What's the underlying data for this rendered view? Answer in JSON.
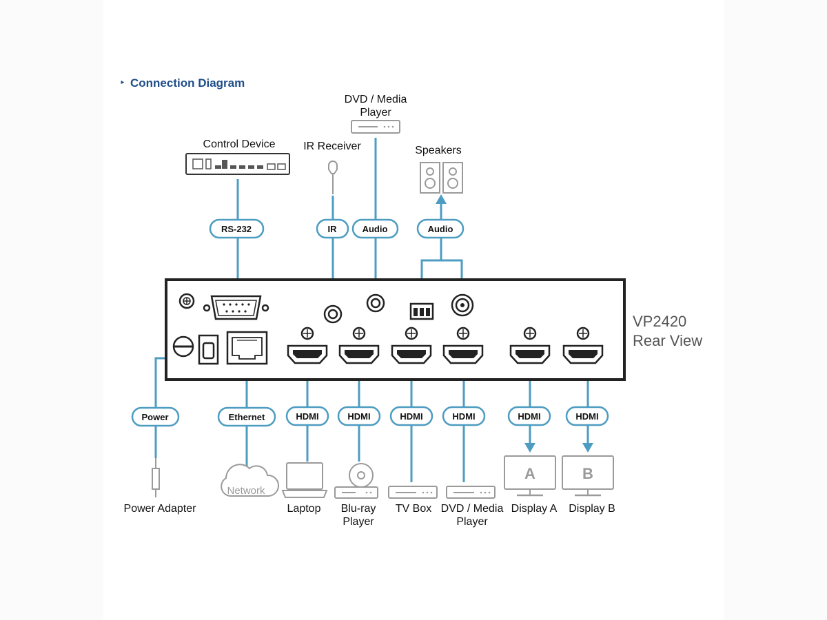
{
  "heading": {
    "bullet": "‣",
    "title": "Connection Diagram"
  },
  "device": {
    "model": "VP2420",
    "view": "Rear View"
  },
  "top_devices": {
    "control": "Control Device",
    "ir": "IR Receiver",
    "dvd_top_line1": "DVD / Media",
    "dvd_top_line2": "Player",
    "speakers": "Speakers"
  },
  "top_cables": {
    "rs232": "RS-232",
    "ir": "IR",
    "audio_in": "Audio",
    "audio_out": "Audio"
  },
  "bottom_cables": {
    "power": "Power",
    "ethernet": "Ethernet",
    "hdmi1": "HDMI",
    "hdmi2": "HDMI",
    "hdmi3": "HDMI",
    "hdmi4": "HDMI",
    "hdmi_out_a": "HDMI",
    "hdmi_out_b": "HDMI"
  },
  "bottom_devices": {
    "power_adapter": "Power Adapter",
    "network": "Network",
    "laptop": "Laptop",
    "bluray_line1": "Blu-ray",
    "bluray_line2": "Player",
    "tvbox": "TV Box",
    "dvd_line1": "DVD / Media",
    "dvd_line2": "Player",
    "display_a": "Display A",
    "display_b": "Display B",
    "display_a_letter": "A",
    "display_b_letter": "B"
  },
  "colors": {
    "cable": "#4d9cc2",
    "heading": "#1f4d8a",
    "icon": "#9a9a9a"
  }
}
